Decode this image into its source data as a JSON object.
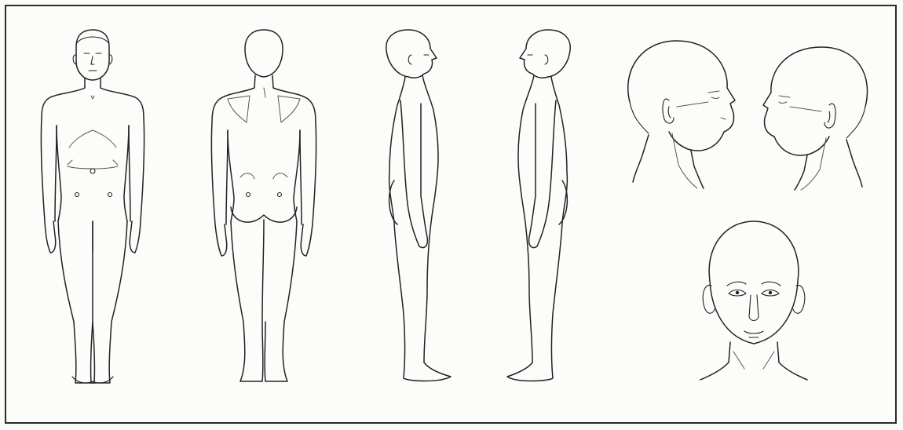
{
  "diagram": {
    "views": [
      {
        "id": "front-body",
        "kind": "full-body-anterior"
      },
      {
        "id": "back-body",
        "kind": "full-body-posterior"
      },
      {
        "id": "side-body-right",
        "kind": "full-body-right-lateral"
      },
      {
        "id": "side-body-left",
        "kind": "full-body-left-lateral"
      },
      {
        "id": "head-right-profile",
        "kind": "head-right-lateral"
      },
      {
        "id": "head-left-profile",
        "kind": "head-left-lateral"
      },
      {
        "id": "head-front",
        "kind": "head-anterior"
      }
    ],
    "colors": {
      "line": "#222222",
      "background": "#fcfcfa",
      "border": "#2b2b2b"
    }
  }
}
